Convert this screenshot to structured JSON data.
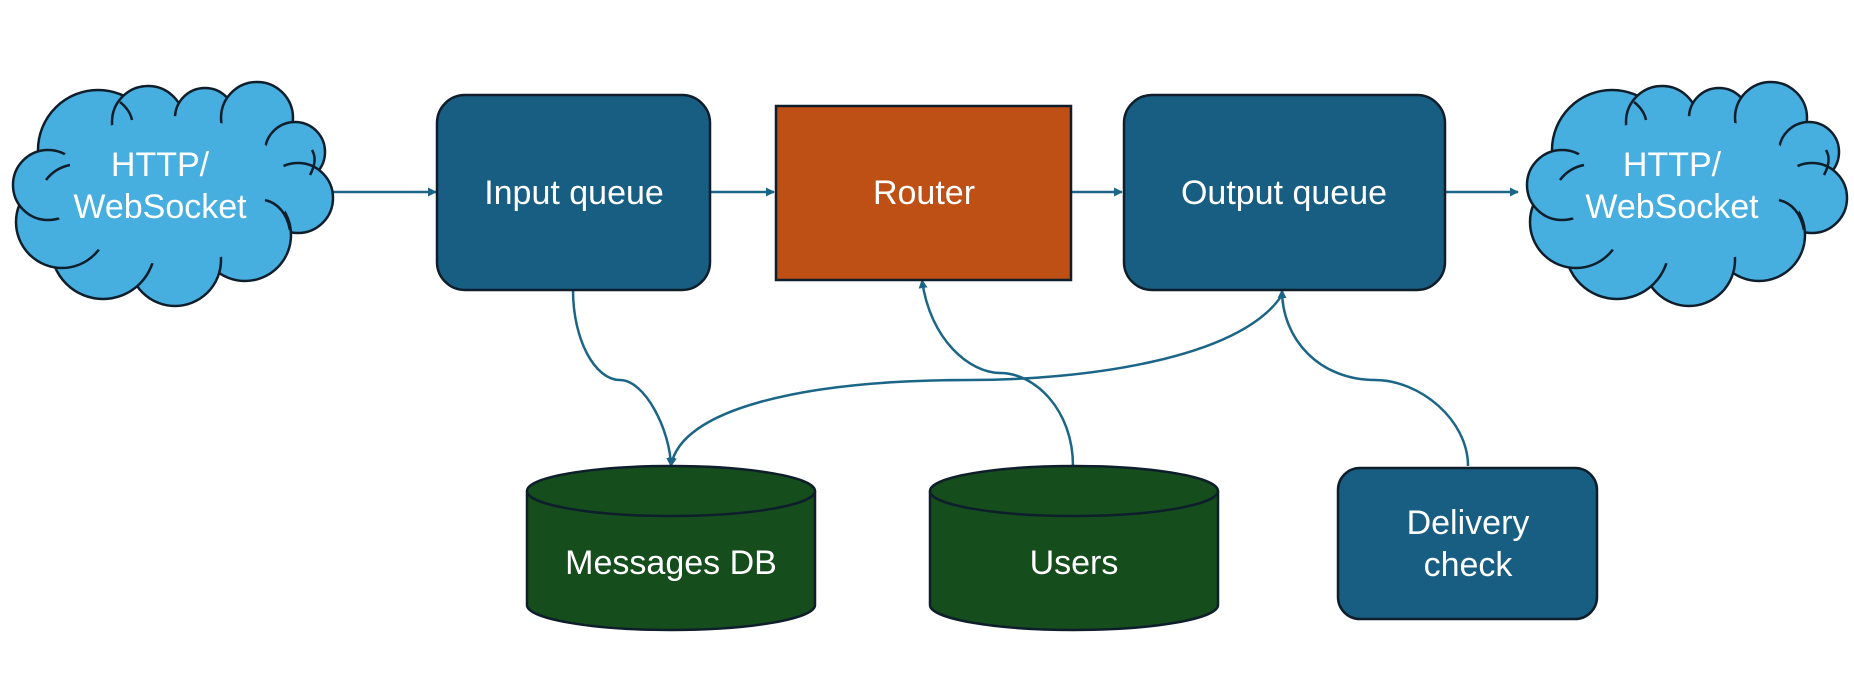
{
  "diagram": {
    "nodes": {
      "source": {
        "line1": "HTTP/",
        "line2": "WebSocket",
        "shape": "cloud"
      },
      "input_queue": {
        "label": "Input queue",
        "shape": "rounded-rect"
      },
      "router": {
        "label": "Router",
        "shape": "rect"
      },
      "output_queue": {
        "label": "Output queue",
        "shape": "rounded-rect"
      },
      "sink": {
        "line1": "HTTP/",
        "line2": "WebSocket",
        "shape": "cloud"
      },
      "messages_db": {
        "label": "Messages DB",
        "shape": "cylinder"
      },
      "users_db": {
        "label": "Users",
        "shape": "cylinder"
      },
      "delivery_check": {
        "line1": "Delivery",
        "line2": "check",
        "shape": "rounded-rect"
      }
    },
    "edges": [
      {
        "from": "source",
        "to": "input_queue"
      },
      {
        "from": "input_queue",
        "to": "router"
      },
      {
        "from": "router",
        "to": "output_queue"
      },
      {
        "from": "output_queue",
        "to": "sink"
      },
      {
        "from": "input_queue",
        "to": "messages_db"
      },
      {
        "from": "output_queue",
        "to": "messages_db"
      },
      {
        "from": "users_db",
        "to": "router"
      },
      {
        "from": "delivery_check",
        "to": "output_queue"
      }
    ],
    "colors": {
      "cloud_fill": "#47AEE0",
      "queue_fill": "#175E82",
      "router_fill": "#BE4F15",
      "db_fill": "#154D1D",
      "outline": "#0E1E2B",
      "connector": "#1B6587",
      "text": "#FFFFFF"
    }
  }
}
